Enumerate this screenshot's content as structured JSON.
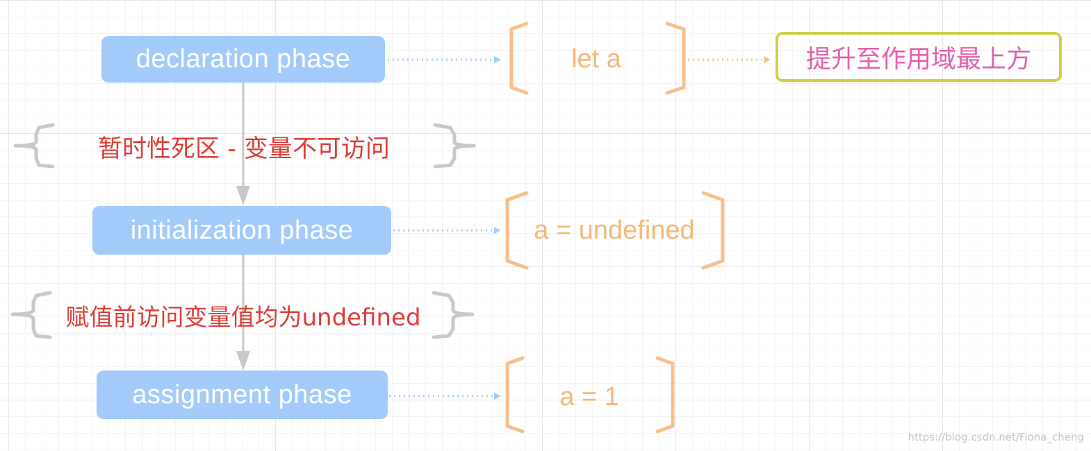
{
  "phases": {
    "declaration": "declaration phase",
    "initialization": "initialization phase",
    "assignment": "assignment phase"
  },
  "values": {
    "declaration": "let a",
    "initialization": "a = undefined",
    "assignment": "a = 1"
  },
  "hoisting_note": "提升至作用域最上方",
  "notes": {
    "tdz": "暂时性死区 - 变量不可访问",
    "before_assignment": "赋值前访问变量值均为undefined"
  },
  "watermark": "https://blog.csdn.net/Fiona_cheng",
  "colors": {
    "phase_fill": "#a3cbfa",
    "value_text": "#f4b87a",
    "note_text": "#dc3d38",
    "hoist_text": "#e360ae",
    "hoist_border": "#cfcf48",
    "brace_gray": "#c8c8c8"
  }
}
